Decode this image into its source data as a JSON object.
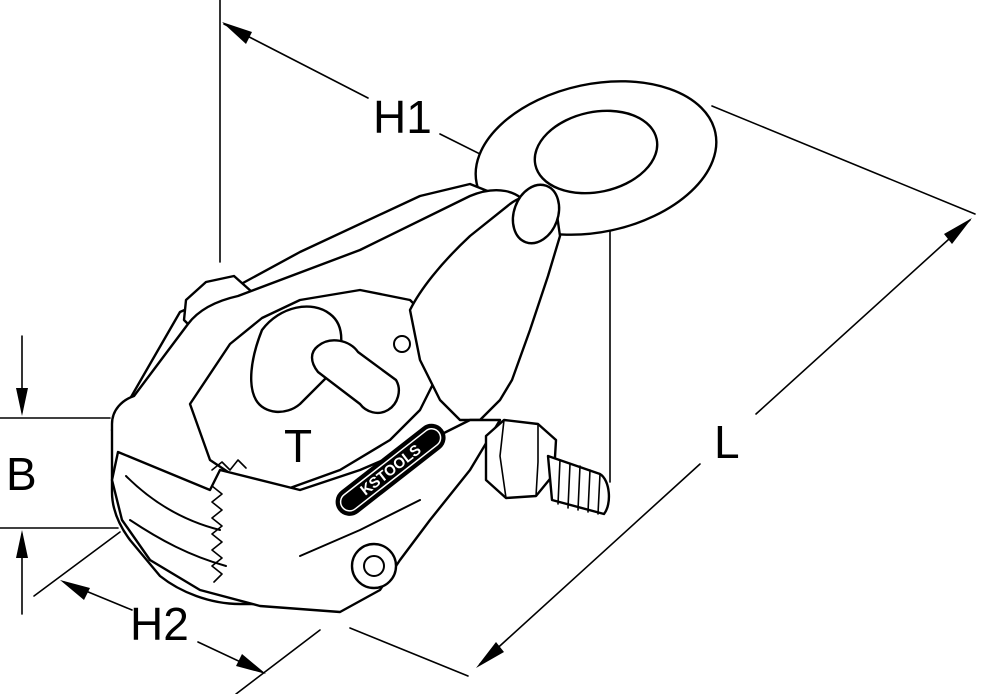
{
  "dimensions": {
    "h1": "H1",
    "h2": "H2",
    "l": "L",
    "b": "B",
    "t": "T"
  },
  "logo": {
    "text": "KSTOOLS"
  },
  "colors": {
    "line": "#000000",
    "background": "#ffffff"
  }
}
